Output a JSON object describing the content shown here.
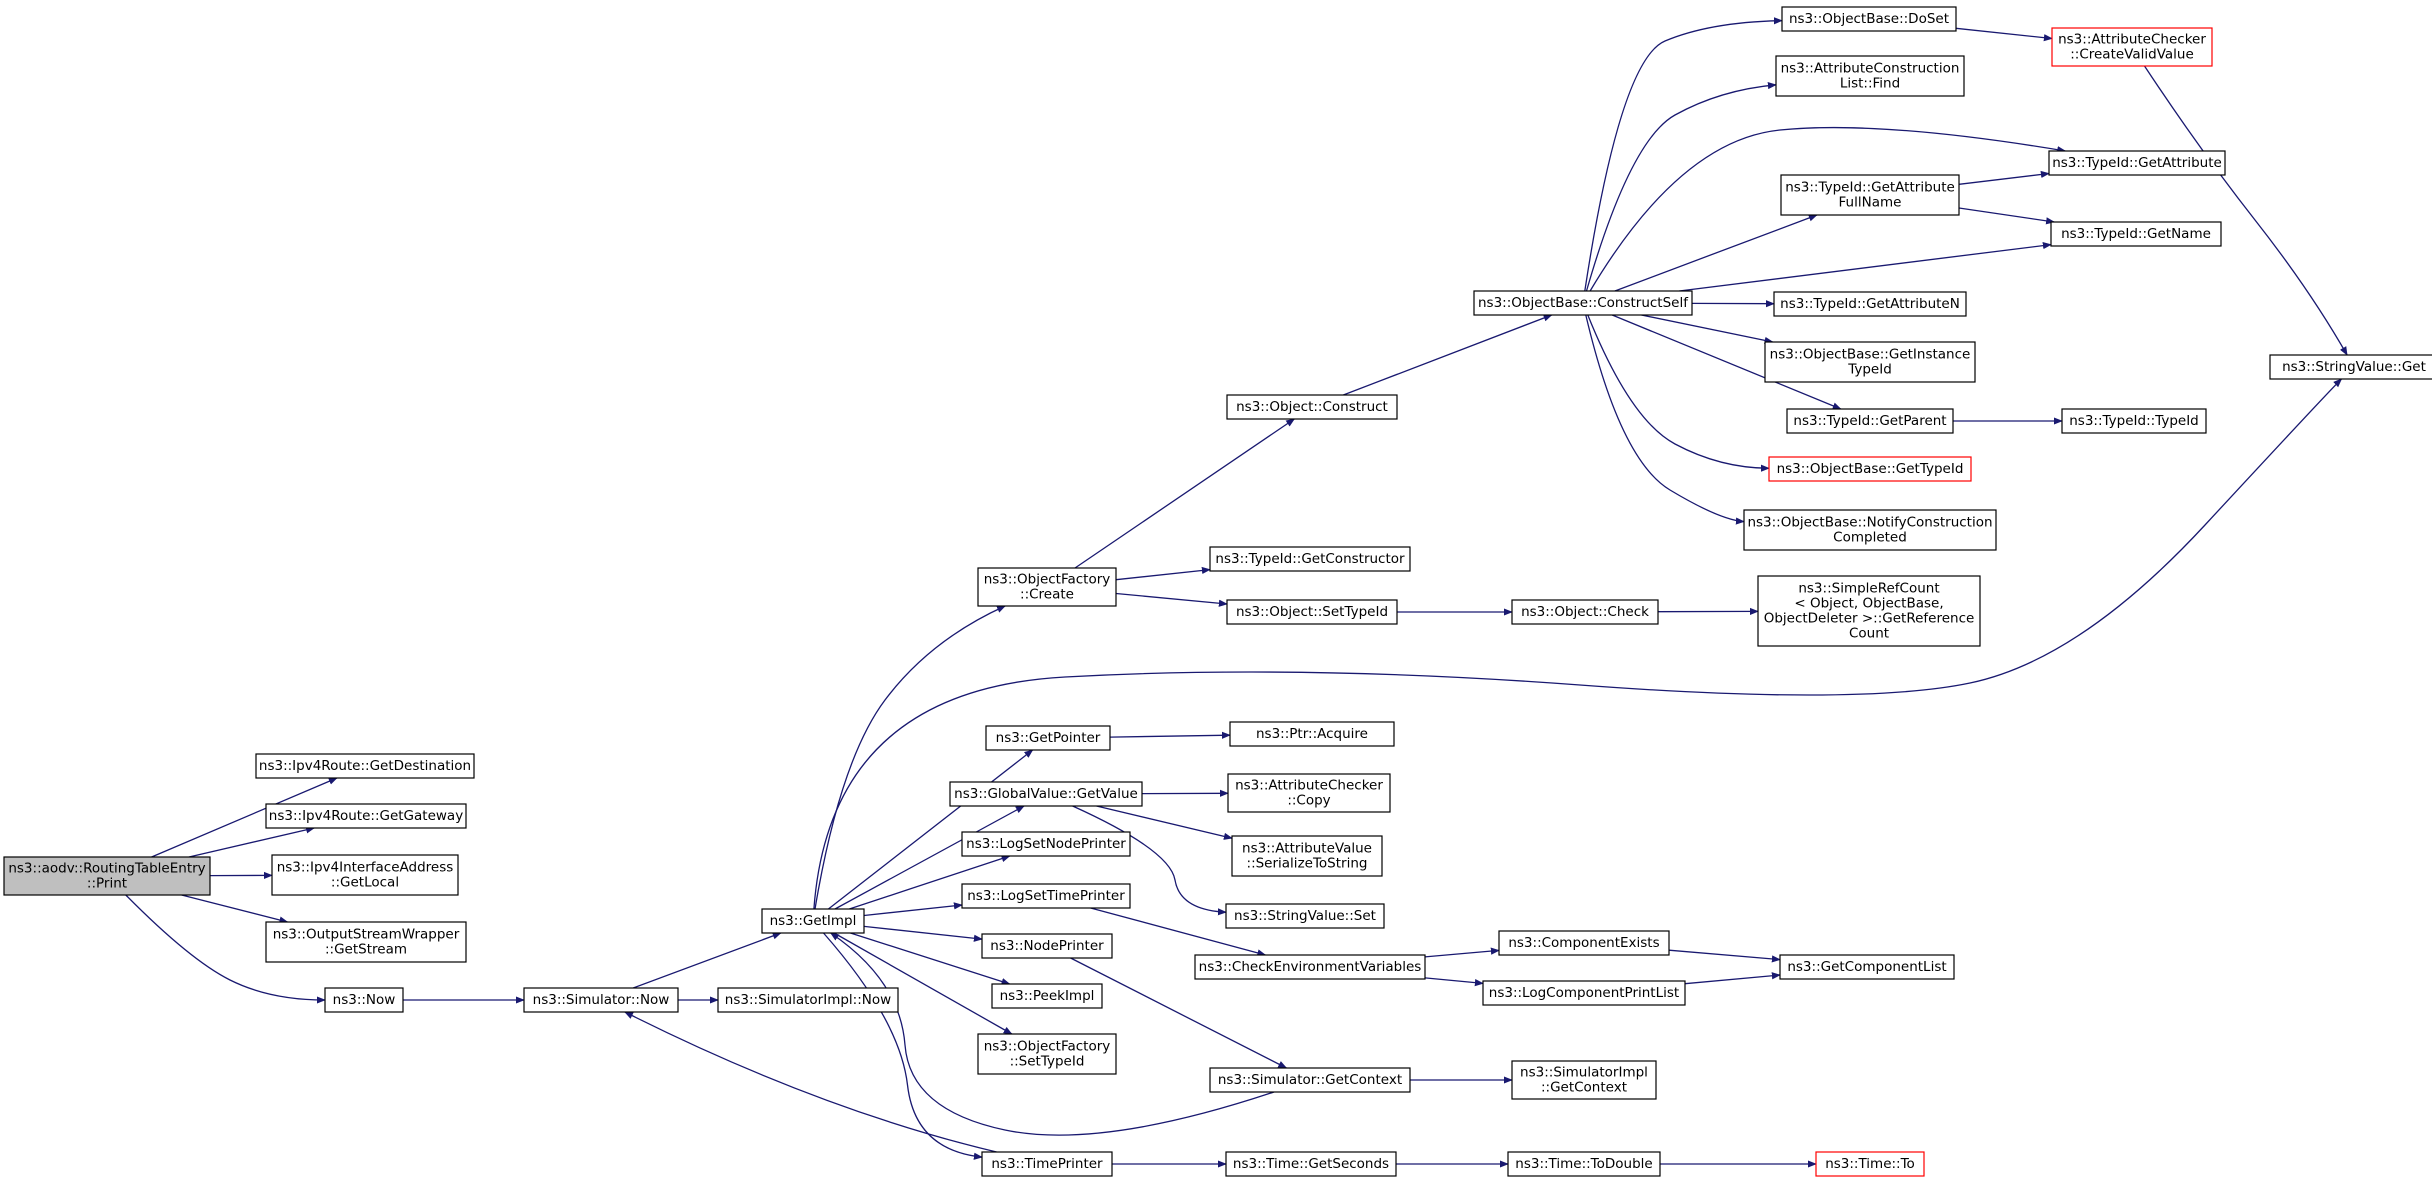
{
  "colors": {
    "edge": "#191970",
    "root_fill": "#bfbfbf",
    "red_border": "#ff0000",
    "border": "#000000"
  },
  "nodes": {
    "print": {
      "lines": [
        "ns3::aodv::RoutingTableEntry",
        "::Print"
      ],
      "root": true
    },
    "getDestination": {
      "lines": [
        "ns3::Ipv4Route::GetDestination"
      ]
    },
    "getGateway": {
      "lines": [
        "ns3::Ipv4Route::GetGateway"
      ]
    },
    "getLocal": {
      "lines": [
        "ns3::Ipv4InterfaceAddress",
        "::GetLocal"
      ]
    },
    "getStream": {
      "lines": [
        "ns3::OutputStreamWrapper",
        "::GetStream"
      ]
    },
    "now": {
      "lines": [
        "ns3::Now"
      ]
    },
    "simNow": {
      "lines": [
        "ns3::Simulator::Now"
      ]
    },
    "simImplNow": {
      "lines": [
        "ns3::SimulatorImpl::Now"
      ]
    },
    "getImpl": {
      "lines": [
        "ns3::GetImpl"
      ]
    },
    "ofCreate": {
      "lines": [
        "ns3::ObjectFactory",
        "::Create"
      ]
    },
    "getPointer": {
      "lines": [
        "ns3::GetPointer"
      ]
    },
    "gvGetValue": {
      "lines": [
        "ns3::GlobalValue::GetValue"
      ]
    },
    "logSetNodePrinter": {
      "lines": [
        "ns3::LogSetNodePrinter"
      ]
    },
    "logSetTimePrinter": {
      "lines": [
        "ns3::LogSetTimePrinter"
      ]
    },
    "nodePrinter": {
      "lines": [
        "ns3::NodePrinter"
      ]
    },
    "peekImpl": {
      "lines": [
        "ns3::PeekImpl"
      ]
    },
    "ofSetTypeId": {
      "lines": [
        "ns3::ObjectFactory",
        "::SetTypeId"
      ]
    },
    "timePrinter": {
      "lines": [
        "ns3::TimePrinter"
      ]
    },
    "objConstruct": {
      "lines": [
        "ns3::Object::Construct"
      ]
    },
    "getConstructor": {
      "lines": [
        "ns3::TypeId::GetConstructor"
      ]
    },
    "objSetTypeId": {
      "lines": [
        "ns3::Object::SetTypeId"
      ]
    },
    "objCheck": {
      "lines": [
        "ns3::Object::Check"
      ]
    },
    "simpleRefCount": {
      "lines": [
        "ns3::SimpleRefCount",
        "< Object, ObjectBase,",
        "ObjectDeleter >::GetReference",
        "Count"
      ]
    },
    "ptrAcquire": {
      "lines": [
        "ns3::Ptr::Acquire"
      ]
    },
    "acCopy": {
      "lines": [
        "ns3::AttributeChecker",
        "::Copy"
      ]
    },
    "avSerialize": {
      "lines": [
        "ns3::AttributeValue",
        "::SerializeToString"
      ]
    },
    "svSet": {
      "lines": [
        "ns3::StringValue::Set"
      ]
    },
    "checkEnv": {
      "lines": [
        "ns3::CheckEnvironmentVariables"
      ]
    },
    "simGetContext": {
      "lines": [
        "ns3::Simulator::GetContext"
      ]
    },
    "timeGetSeconds": {
      "lines": [
        "ns3::Time::GetSeconds"
      ]
    },
    "componentExists": {
      "lines": [
        "ns3::ComponentExists"
      ]
    },
    "logComponentPrintList": {
      "lines": [
        "ns3::LogComponentPrintList"
      ]
    },
    "getComponentList": {
      "lines": [
        "ns3::GetComponentList"
      ]
    },
    "simImplGetContext": {
      "lines": [
        "ns3::SimulatorImpl",
        "::GetContext"
      ]
    },
    "timeToDouble": {
      "lines": [
        "ns3::Time::ToDouble"
      ]
    },
    "timeTo": {
      "lines": [
        "ns3::Time::To"
      ],
      "red": true
    },
    "constructSelf": {
      "lines": [
        "ns3::ObjectBase::ConstructSelf"
      ]
    },
    "doSet": {
      "lines": [
        "ns3::ObjectBase::DoSet"
      ]
    },
    "aclFind": {
      "lines": [
        "ns3::AttributeConstruction",
        "List::Find"
      ]
    },
    "getAttrFullName": {
      "lines": [
        "ns3::TypeId::GetAttribute",
        "FullName"
      ]
    },
    "getAttributeN": {
      "lines": [
        "ns3::TypeId::GetAttributeN"
      ]
    },
    "getInstanceTypeId": {
      "lines": [
        "ns3::ObjectBase::GetInstance",
        "TypeId"
      ]
    },
    "getParent": {
      "lines": [
        "ns3::TypeId::GetParent"
      ]
    },
    "obGetTypeId": {
      "lines": [
        "ns3::ObjectBase::GetTypeId"
      ],
      "red": true
    },
    "notifyConstruction": {
      "lines": [
        "ns3::ObjectBase::NotifyConstruction",
        "Completed"
      ]
    },
    "createValidValue": {
      "lines": [
        "ns3::AttributeChecker",
        "::CreateValidValue"
      ],
      "red": true
    },
    "getAttribute": {
      "lines": [
        "ns3::TypeId::GetAttribute"
      ]
    },
    "getName": {
      "lines": [
        "ns3::TypeId::GetName"
      ]
    },
    "typeIdTypeId": {
      "lines": [
        "ns3::TypeId::TypeId"
      ]
    },
    "svGet": {
      "lines": [
        "ns3::StringValue::Get"
      ]
    }
  },
  "edges": [
    [
      "print",
      "getDestination"
    ],
    [
      "print",
      "getGateway"
    ],
    [
      "print",
      "getLocal"
    ],
    [
      "print",
      "getStream"
    ],
    [
      "print",
      "now"
    ],
    [
      "now",
      "simNow"
    ],
    [
      "simNow",
      "simImplNow"
    ],
    [
      "simNow",
      "getImpl"
    ],
    [
      "getImpl",
      "ofCreate"
    ],
    [
      "getImpl",
      "getPointer"
    ],
    [
      "getImpl",
      "gvGetValue"
    ],
    [
      "getImpl",
      "logSetNodePrinter"
    ],
    [
      "getImpl",
      "logSetTimePrinter"
    ],
    [
      "getImpl",
      "nodePrinter"
    ],
    [
      "getImpl",
      "peekImpl"
    ],
    [
      "getImpl",
      "ofSetTypeId"
    ],
    [
      "getImpl",
      "timePrinter"
    ],
    [
      "getImpl",
      "svGet"
    ],
    [
      "ofCreate",
      "objConstruct"
    ],
    [
      "ofCreate",
      "getConstructor"
    ],
    [
      "ofCreate",
      "objSetTypeId"
    ],
    [
      "objSetTypeId",
      "objCheck"
    ],
    [
      "objCheck",
      "simpleRefCount"
    ],
    [
      "objConstruct",
      "constructSelf"
    ],
    [
      "constructSelf",
      "doSet"
    ],
    [
      "constructSelf",
      "aclFind"
    ],
    [
      "constructSelf",
      "getAttribute"
    ],
    [
      "constructSelf",
      "getAttrFullName"
    ],
    [
      "constructSelf",
      "getName"
    ],
    [
      "constructSelf",
      "getAttributeN"
    ],
    [
      "constructSelf",
      "getInstanceTypeId"
    ],
    [
      "constructSelf",
      "getParent"
    ],
    [
      "constructSelf",
      "obGetTypeId"
    ],
    [
      "constructSelf",
      "notifyConstruction"
    ],
    [
      "doSet",
      "createValidValue"
    ],
    [
      "createValidValue",
      "svGet"
    ],
    [
      "getAttrFullName",
      "getAttribute"
    ],
    [
      "getAttrFullName",
      "getName"
    ],
    [
      "getParent",
      "typeIdTypeId"
    ],
    [
      "getPointer",
      "ptrAcquire"
    ],
    [
      "gvGetValue",
      "acCopy"
    ],
    [
      "gvGetValue",
      "avSerialize"
    ],
    [
      "gvGetValue",
      "svSet"
    ],
    [
      "logSetTimePrinter",
      "checkEnv"
    ],
    [
      "checkEnv",
      "componentExists"
    ],
    [
      "checkEnv",
      "logComponentPrintList"
    ],
    [
      "componentExists",
      "getComponentList"
    ],
    [
      "logComponentPrintList",
      "getComponentList"
    ],
    [
      "nodePrinter",
      "simGetContext"
    ],
    [
      "simGetContext",
      "getImpl"
    ],
    [
      "simGetContext",
      "simImplGetContext"
    ],
    [
      "timePrinter",
      "simNow"
    ],
    [
      "timePrinter",
      "timeGetSeconds"
    ],
    [
      "timeGetSeconds",
      "timeToDouble"
    ],
    [
      "timeToDouble",
      "timeTo"
    ]
  ]
}
